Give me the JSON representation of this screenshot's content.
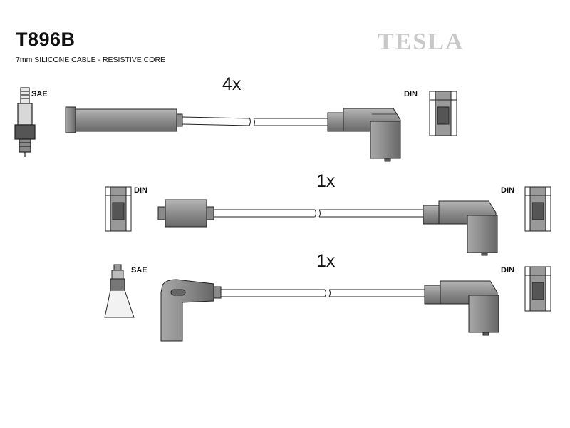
{
  "header": {
    "part_number": "T896B",
    "description": "7mm SILICONE CABLE - RESISTIVE CORE",
    "brand": "TESLA"
  },
  "leads": [
    {
      "quantity": "4x",
      "left_end": "SAE",
      "right_end": "DIN"
    },
    {
      "quantity": "1x",
      "left_end": "DIN",
      "right_end": "DIN"
    },
    {
      "quantity": "1x",
      "left_end": "SAE",
      "right_end": "DIN"
    }
  ],
  "colors": {
    "ink": "#111111",
    "boot_fill": "#8a8a8a",
    "boot_dark": "#5a5a5a",
    "brand": "#c9c9c9"
  }
}
